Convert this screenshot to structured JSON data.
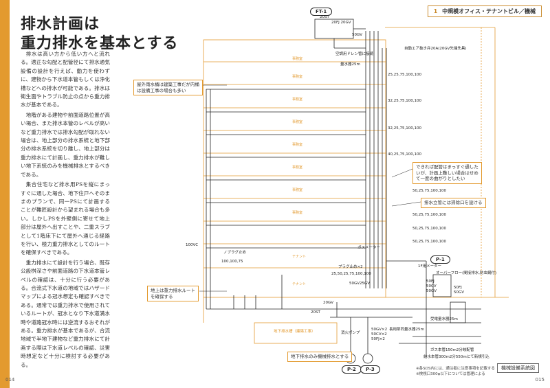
{
  "left_page": {
    "title": "排水計画は\n重力排水を基本とする",
    "paragraphs": [
      "排水は高い方から低い方へと流れる。適正な勾配と配管径にて排水通気設備の設計を行えば、動力を使わずに、建物から下水道本管もしくは浄化槽などへの排水が可能である。排水は衛生面やトラブル防止の点から重力排水が基本である。",
      "地階がある建物や前面道路位置が高い場合、また排水本管のレベルが高いなど重力排水では排水勾配が取れない場合は、地上部分の排水系統と地下部分の排水系統を切り離し、地上部分は重力排水にて計画し、重力排水が難しい地下系統のみを機械排水とするべきである。",
      "集合住宅など排水用PSを縦にまっすぐに通した場合、地下住戸へそのままのプランで、同一PSにて計画することが難匠設計から望まれる場合も多い。しかしPSを外壁側に寄せて地上部分は屋外へ出すことや、二重スラブとして1階床下にて屋外へ通じる経路を行い、極力重力排水としてのルートを確保すべきである。",
      "重力排水にて設計を行う場合、既存公設桝深さや前面道路の下水道本管レベルの確認は、十分に行う必要がある。合流式下水道の地域ではハザードマップによる冠水想定も確認すべきである。通常では重力排水で使用されているルートが、冠水となり下水道満水時や道路冠水時には逆流するおそれがある。重力排水が基本であるが、合流地域で半地下建物など重力排水にて計画する際は下水道レベルの確認、災害時想定など十分に検討する必要がある。"
    ],
    "page_number": "014"
  },
  "right_page": {
    "header_num": "1",
    "header_text": "中規模オフィス・テナントビル／機械",
    "page_number": "015",
    "caption": "機械設備系統図",
    "footnote": "※各SDS内には、通注者に注意事項を記載する\n※検視口300φ以下については管理による",
    "callouts": {
      "roof_drain": "屋外雨水桶は建築工事だが内桶\nは設備工事の場合も多い",
      "offset": "できれば配管はまっすぐ通した\nいが、計画上難しい場合はせめ\nて一度の曲がりとしたい",
      "cleanout": "排水立管には掃除口を設ける",
      "ground_route": "地上は重力排水ルート\nを確保する",
      "basement": "地下排水のみ機械排水とする"
    },
    "round_labels": {
      "ft1": "FT-1",
      "p1": "P-1",
      "p2": "P-2",
      "p3": "P-3"
    },
    "labels": {
      "tank": "20ST",
      "tank_pipe": "20FJ 20GV",
      "top_pipe": "50GV",
      "right_top": "自動エア抜き弁20A(20GV先端先具)",
      "room_drain": "空調用ドレン管に接続",
      "floor_pipe_1": "25,25,75,100,100",
      "floor_pipe_2": "32,25,75,100,100",
      "floor_pipe_3": "32,25,75,100,100",
      "floor_pipe_4": "40,25,75,100,100",
      "floor_pipe_5": "50,25,75,100,100",
      "floor_pipe_6": "50,25,75,100,100",
      "floor_pipe_7": "50,25,75,100,100",
      "floor_pipe_8": "50,25,75,100,100",
      "stop_valve": "量水器25m",
      "gas_meter": "ガスメーター",
      "plug": "プラグ止め×2",
      "pipe_low": "25,50,25,75,100,100",
      "valve_line": "50GV25GV",
      "pipe_left": "100,100,75",
      "plug_left": "ノプラグ止め",
      "vc": "100VC",
      "meter_right": "1F用メーター",
      "overflow": "オーバーフロー(間接排水,防虫網付)",
      "fj_right": "50FJ\n50CV\n50GV",
      "fj_right2": "50FJ\n50GV",
      "water_main": "長用部同量水器25m",
      "pump_lines": "50GV×2\n50CV×2\n50FJ×2",
      "elec": "受電量水器25m",
      "gas_main": "ガス本管150m2分岐配管",
      "water_supply": "給水本管300m2分550mにて新規引込",
      "pump_label": "消火ポンプ",
      "basement_label": "地下排水槽（建築工事）",
      "cap": "20ST",
      "valve_btm": "20GV"
    },
    "rooms": [
      "事務室",
      "事務室",
      "事務室",
      "事務室",
      "事務室",
      "事務室",
      "事務室",
      "事務室",
      "テナント",
      "テナント"
    ]
  },
  "colors": {
    "accent": "#e39a2f",
    "line": "#222222"
  }
}
